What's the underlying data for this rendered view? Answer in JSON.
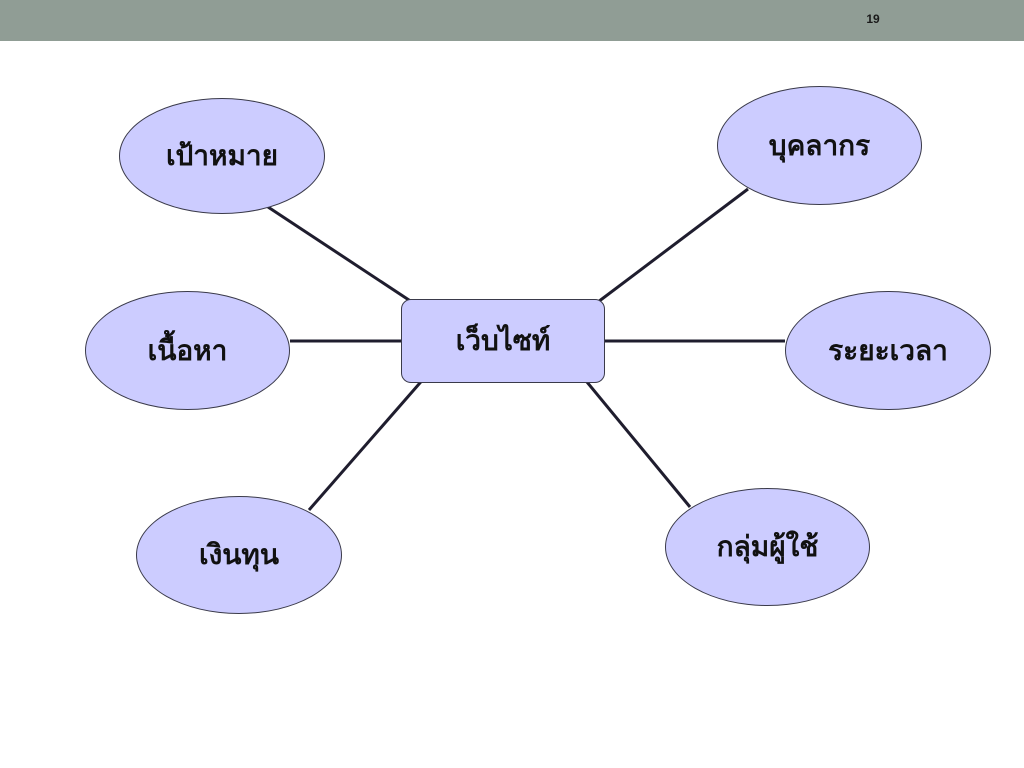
{
  "slide": {
    "page_number": "19"
  },
  "diagram": {
    "center": {
      "label": "เว็บไซท์"
    },
    "nodes": {
      "goal": "เป้าหมาย",
      "staff": "บุคลากร",
      "content": "เนื้อหา",
      "period": "ระยะเวลา",
      "budget": "เงินทุน",
      "users": "กลุ่มผู้ใช้"
    }
  },
  "colors": {
    "top_bar": "#909d95",
    "node_fill": "#ccccff",
    "node_border": "#3a3a4a",
    "connector": "#1f1d2e"
  }
}
